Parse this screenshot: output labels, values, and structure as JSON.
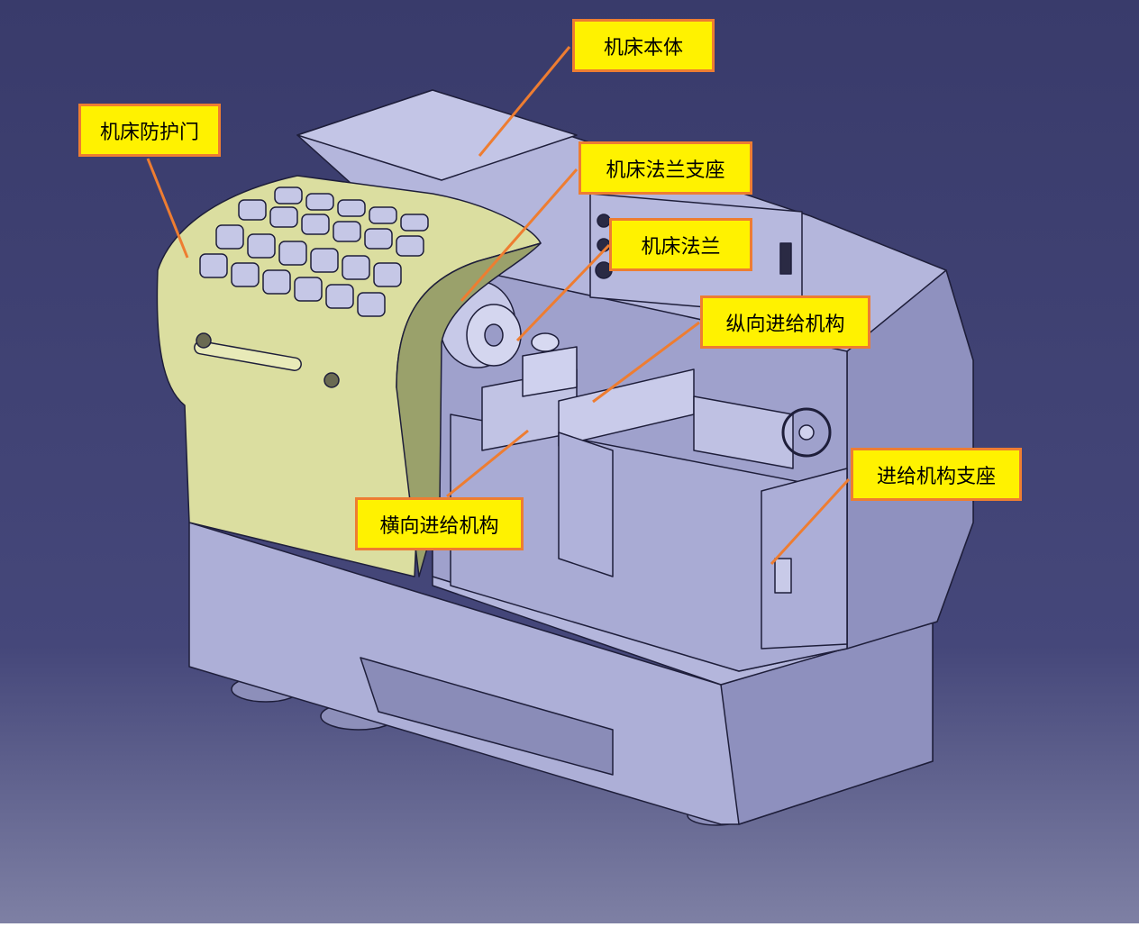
{
  "colors": {
    "background_top": "#3a3c6c",
    "background_bottom": "#7d7fa3",
    "machine_body": "#aeb0d8",
    "machine_shadow": "#8c8ebc",
    "door_color": "#dcdfa0",
    "label_fill": "#fff200",
    "label_border": "#ee7d31",
    "leader_line": "#ee7d31"
  },
  "labels": {
    "machine_body": "机床本体",
    "protective_door": "机床防护门",
    "flange_seat": "机床法兰支座",
    "flange": "机床法兰",
    "longitudinal_feed": "纵向进给机构",
    "cross_feed": "横向进给机构",
    "feed_seat": "进给机构支座"
  }
}
